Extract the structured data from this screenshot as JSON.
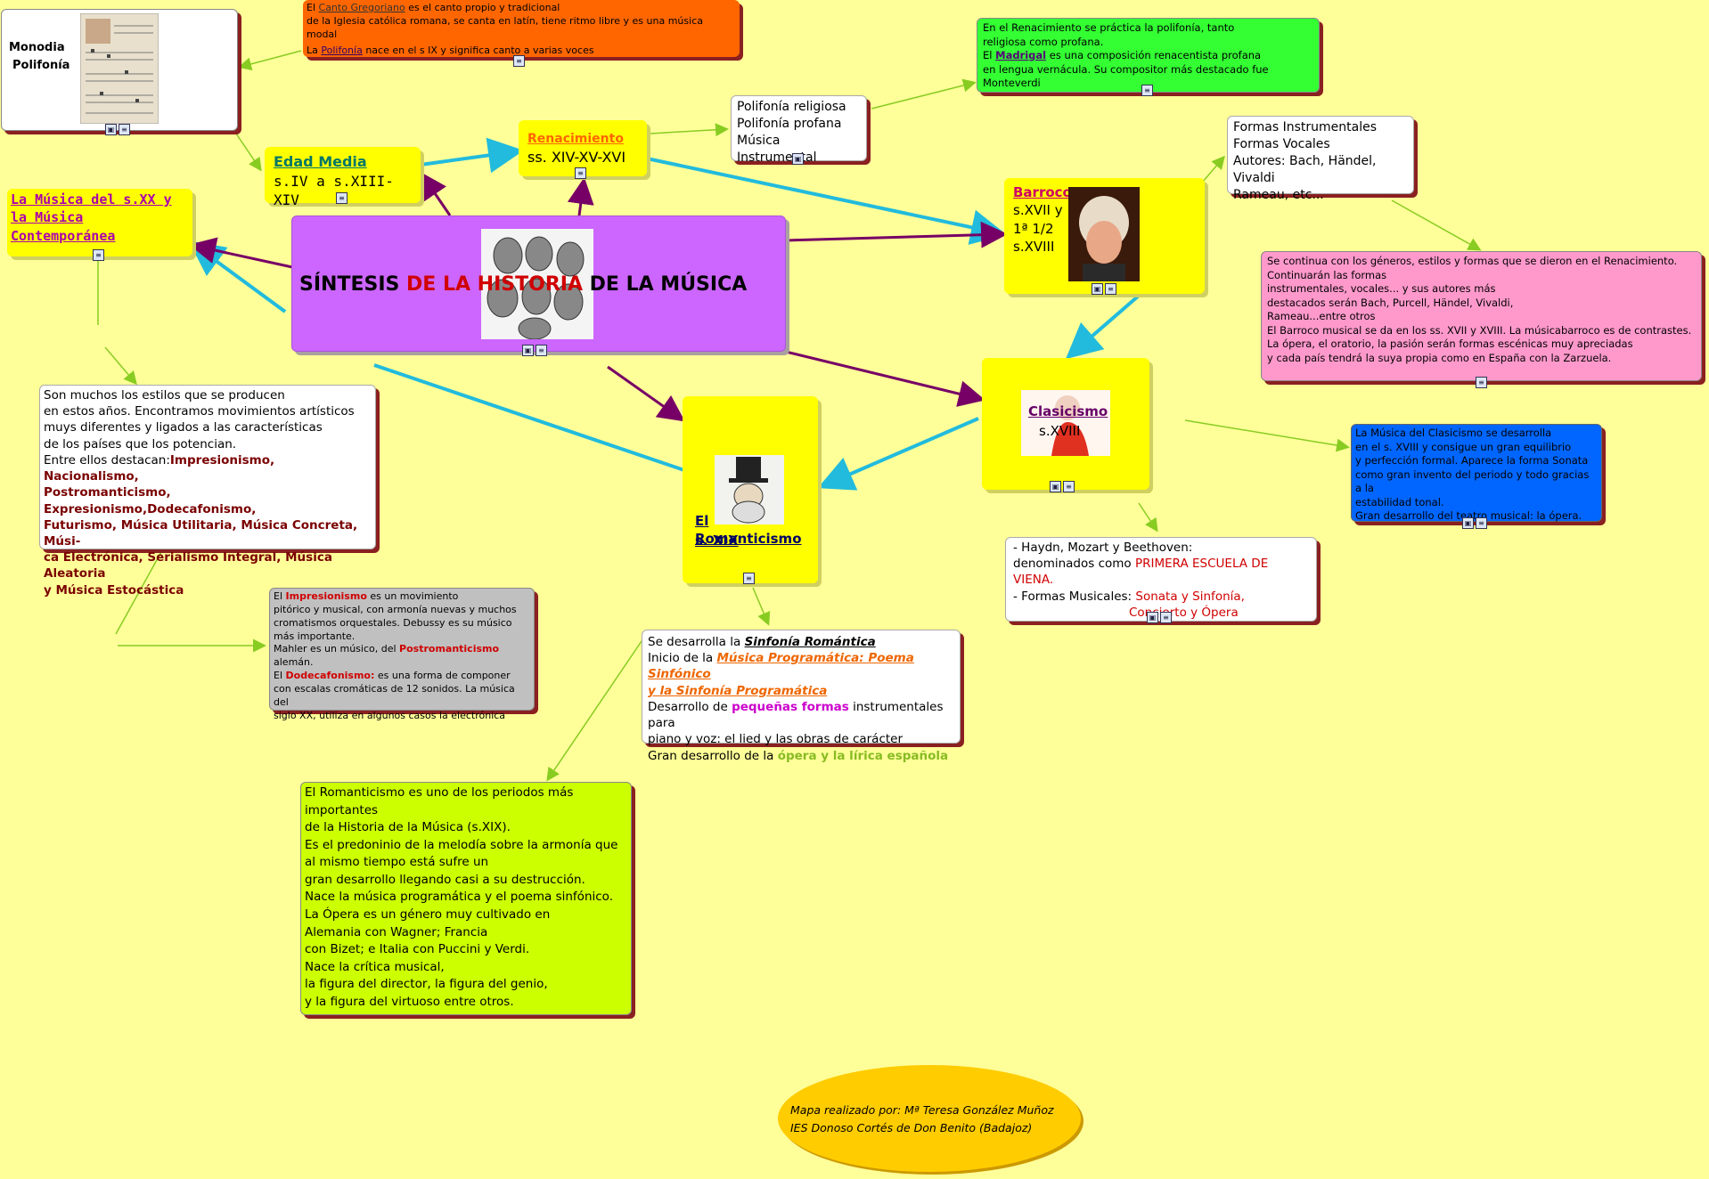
{
  "central": {
    "title_a": "SÍNTESIS ",
    "title_b": "DE LA HISTORIA",
    "title_c": " DE LA MÚSICA"
  },
  "monodia": {
    "line1": "Monodia",
    "line2": "Polifonía"
  },
  "gregoriano": {
    "l1_pre": "El ",
    "l1_link": "Canto Gregoriano",
    "l1_post": " es el canto propio y tradicional",
    "l2": "de la Iglesia católica romana, se canta en latín, tiene ritmo libre y es una música modal",
    "l3_pre": "La ",
    "l3_link": "Polifonía",
    "l3_post": " nace en el s IX y significa canto a varias voces"
  },
  "edad_media": {
    "title": "Edad Media",
    "sub": "s.IV a s.XIII-XIV"
  },
  "renacimiento": {
    "title": "Renacimiento",
    "sub": "ss. XIV-XV-XVI"
  },
  "polifonia_list": {
    "items": [
      "Polifonía religiosa",
      "Polifonía profana",
      "Música Instrumental"
    ]
  },
  "renac_note": {
    "l1": "En el Renacimiento se práctica la polifonía, tanto",
    "l2": "religiosa como profana.",
    "l3_pre": "El ",
    "l3_link": "Madrigal",
    "l3_post": " es una composición renacentista profana",
    "l4": "en lengua vernácula. Su compositor más destacado fue Monteverdi"
  },
  "barroco": {
    "title": "Barroco",
    "lines": [
      "s.XVII y",
      "1ª 1/2",
      "s.XVIII"
    ]
  },
  "formas": {
    "items": [
      "Formas Instrumentales",
      "Formas Vocales",
      "Autores: Bach, Händel, Vivaldi",
      "Rameau, etc..."
    ]
  },
  "barroco_note": {
    "lines": [
      "Se continua con los géneros, estilos y formas que se dieron en el Renacimiento.",
      "Continuarán las formas",
      "instrumentales, vocales... y sus autores más",
      "destacados serán Bach, Purcell, Händel, Vivaldi,",
      " Rameau...entre otros",
      "El  Barroco musical se da en los ss. XVII y XVIII.  La músicabarroco es de contrastes.",
      "La ópera, el oratorio, la pasión serán formas escénicas muy apreciadas",
      "y cada país tendrá la suya propia como en España con la Zarzuela."
    ]
  },
  "sxx": {
    "l1": "La Música del s.XX y",
    "l2": "la Música Contemporánea"
  },
  "estilos": {
    "plain": [
      "Son muchos los estilos que se producen",
      "en estos años. Encontramos movimientos artísticos",
      "muys diferentes y ligados a las características",
      "de los países que los potencian.",
      " Entre ellos destacan:"
    ],
    "bold": [
      "Impresionismo, Nacionalismo,",
      "Postromanticismo, Expresionismo,Dodecafonismo,",
      "Futurismo, Música Utilitaria, Música Concreta, Músi-",
      "ca Electrónica, Serialismo Integral, Música Aleatoria",
      "y Música Estocástica"
    ]
  },
  "impresionismo": {
    "l1_pre": "El ",
    "l1_red": "Impresionismo",
    "l1_post": " es un movimiento",
    "l2": "pitórico y musical, con armonía nuevas y muchos",
    "l3": "cromatismos orquestales. Debussy es su músico",
    "l4": "más importante.",
    "l5_pre": "Mahler es un músico, del ",
    "l5_red": "Postromanticismo",
    "l5_post": " alemán.",
    "l6_pre": "El ",
    "l6_red": "Dodecafonismo:",
    "l6_post": " es una forma de componer",
    "l7": "con escalas cromáticas de 12 sonidos. La música del",
    "l8": "siglo XX, utiliza en algunos casos la electrónica"
  },
  "romanticismo": {
    "title": "El Romanticismo",
    "sub": "s. XIX"
  },
  "sinfonia": {
    "l1_pre": "Se desarrolla la ",
    "l1_link": "Sinfonía Romántica",
    "l2_pre": "Inicio de la ",
    "l2_link": "Música Programática: Poema Sinfónico",
    "l3_link": "y la Sinfonía Programática",
    "l4_pre": "Desarrollo de ",
    "l4_col": "pequeñas formas",
    "l4_post": " instrumentales para",
    "l5": "piano y voz: el lied y las obras de carácter",
    "l6_pre": "Gran desarrollo de la ",
    "l6_col": "ópera y la lírica española"
  },
  "romant_note": {
    "lines": [
      "El Romanticismo es uno de los periodos más importantes",
      "de la Historia de la Música (s.XIX).",
      "Es el predoninio de la melodía sobre la armonía que",
      " al mismo tiempo está sufre un",
      "gran desarrollo llegando casi a su destrucción.",
      "Nace la música programática y el poema sinfónico.",
      "La Ópera es un género muy cultivado en",
      "Alemania con Wagner; Francia",
      "con Bizet; e Italia con Puccini y Verdi.",
      "Nace la crítica musical,",
      "la figura del director, la figura del genio,",
      "y la figura del virtuoso entre otros."
    ]
  },
  "clasicismo": {
    "title": "Clasicismo",
    "sub": "s.XVIII"
  },
  "clasic_note": {
    "lines": [
      "La Música del Clasicismo se desarrolla",
      "en el s. XVIII y consigue un gran equilibrio",
      "y perfección formal. Aparece la forma Sonata",
      "como gran invento del periodo y todo gracias a la",
      "estabilidad tonal.",
      "Gran desarrollo del teatro musical: la ópera."
    ]
  },
  "haydn": {
    "l1": "- Haydn, Mozart y Beethoven:",
    "l2_pre": "denominados como ",
    "l2_red": "PRIMERA ESCUELA DE VIENA.",
    "l3_pre": " - Formas Musicales: ",
    "l3_red": "Sonata y Sinfonía,",
    "l4_red": "Concierto y Ópera"
  },
  "credits": {
    "l1": "Mapa realizado por: Mª Teresa González Muñoz",
    "l2": "IES Donoso Cortés de Don Benito (Badajoz)"
  },
  "icons": {
    "image": "image-icon",
    "note": "note-icon"
  },
  "colors": {
    "background": "#ffff99",
    "central": "#cc66ff",
    "period": "#ffff00",
    "orange": "#ff6600",
    "green": "#33ff33",
    "pink": "#ff99cc",
    "blue": "#0066ff",
    "gray": "#c0c0c0",
    "lime": "#ccff00",
    "cyan_arrow": "#22bbdd",
    "purple_arrow": "#770066"
  }
}
